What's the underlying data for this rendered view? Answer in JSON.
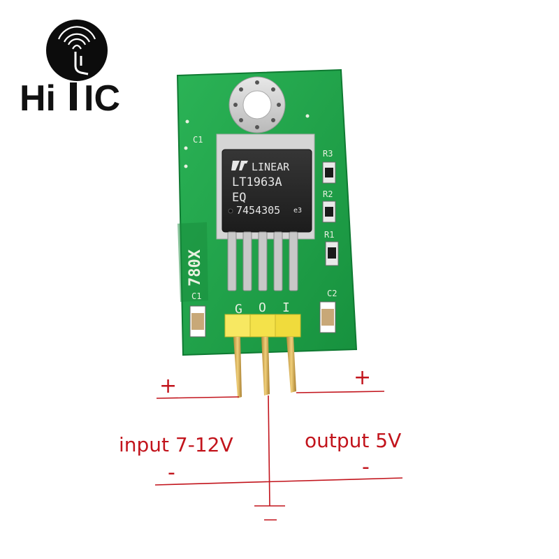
{
  "logo": {
    "text_left": "Hi",
    "text_right": "IC",
    "icon": "hand-signal-icon"
  },
  "board": {
    "model_label": "780X",
    "component_labels": {
      "c1_top": "C1",
      "c1_bottom": "C1",
      "c2": "C2",
      "r1": "R1",
      "r2": "R2",
      "r3": "R3"
    },
    "pin_labels": [
      "G",
      "O",
      "I"
    ],
    "chip": {
      "brand": "LINEAR",
      "part_number": "LT1963A",
      "suffix": "EQ",
      "lot_code": "7454305",
      "mark": "e3"
    },
    "colors": {
      "pcb": "#1fa34a",
      "chip": "#2b2b2b",
      "header": "#f4e24a",
      "pins": "#d6aa4c"
    }
  },
  "annotations": {
    "plus_left": "+",
    "plus_right": "+",
    "minus_left": "-",
    "minus_right": "-",
    "input_label": "input 7-12V",
    "output_label": "output 5V",
    "color": "#c2141c"
  }
}
